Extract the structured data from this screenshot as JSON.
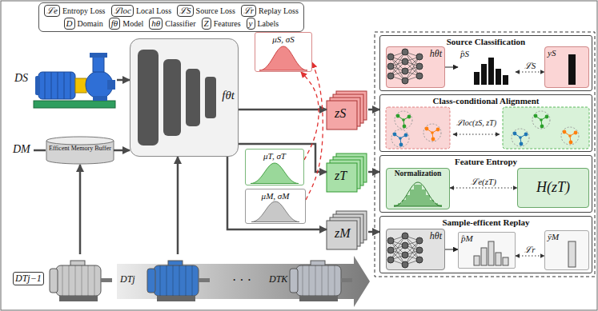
{
  "diagram": {
    "nodes": [
      {
        "text": [
          "DS"
        ]
      },
      {
        "text": [
          "Efficent Memory Buffer"
        ]
      },
      {
        "text": [
          "fθt"
        ]
      },
      {
        "text": [
          "μS, σS"
        ]
      },
      {
        "text": [
          "μT, σT"
        ]
      },
      {
        "text": [
          "μM, σM"
        ]
      },
      {
        "text": [
          "zS"
        ]
      },
      {
        "text": [
          "zT"
        ]
      },
      {
        "text": [
          "zM"
        ]
      },
      {
        "text": [
          "DTj−1"
        ]
      },
      {
        "text": [
          "DTj"
        ]
      },
      {
        "text": [
          "DTK"
        ]
      },
      {
        "text": [
          "Source Classification"
        ]
      },
      {
        "text": [
          "hθt"
        ],
        "in": 12
      },
      {
        "text": [
          "p̂S"
        ],
        "in": 12
      },
      {
        "text": [
          "yS"
        ],
        "in": 12
      },
      {
        "text": [
          "Class-conditional Alignment"
        ]
      },
      {
        "text": [
          "Feature Entropy"
        ]
      },
      {
        "text": [
          "Normalization"
        ],
        "in": 17
      },
      {
        "text": [
          "H(zT)"
        ],
        "in": 17
      },
      {
        "text": [
          "Sample-efficent Replay"
        ]
      },
      {
        "text": [
          "hθt"
        ],
        "in": 20
      },
      {
        "text": [
          "p̂M"
        ],
        "in": 20
      },
      {
        "text": [
          "ȳM"
        ],
        "in": 20
      }
    ],
    "edges": [
      {
        "from": 0,
        "to": 2,
        "arrow": "to"
      },
      {
        "from": 1,
        "to": 2,
        "arrow": "to"
      },
      {
        "from": 2,
        "to": 6,
        "arrow": "to"
      },
      {
        "from": 2,
        "to": 7,
        "arrow": "to"
      },
      {
        "from": 2,
        "to": 8,
        "arrow": "to"
      },
      {
        "from": 4,
        "to": 3,
        "arrow": "to"
      },
      {
        "from": 5,
        "to": 3,
        "arrow": "to"
      },
      {
        "from": 9,
        "to": 1,
        "arrow": "to"
      },
      {
        "from": 10,
        "to": 2,
        "arrow": "to"
      },
      {
        "from": 6,
        "to": 16,
        "arrow": "to"
      },
      {
        "from": 7,
        "to": 17,
        "arrow": "to"
      },
      {
        "from": 8,
        "to": 20,
        "arrow": "to"
      },
      {
        "from": 13,
        "to": 14,
        "arrow": "to"
      },
      {
        "from": 14,
        "to": 15,
        "label": "ℒS",
        "arrow": "both"
      },
      {
        "from": 18,
        "to": 19,
        "label": "ℒe(zT)",
        "arrow": "both"
      },
      {
        "from": 21,
        "to": 22,
        "arrow": "to"
      },
      {
        "from": 22,
        "to": 23,
        "label": "ℒr",
        "arrow": "both"
      }
    ],
    "labels": [
      "ℒe",
      "ℒloc",
      "ℒS",
      "ℒr",
      "D",
      "fθ",
      "hθ",
      "Z",
      "y",
      "DM",
      "· · ·",
      "ℒloc(zS, zT)"
    ],
    "legend": [
      {
        "text": "Entropy Loss"
      },
      {
        "text": "Local Loss"
      },
      {
        "text": "Source Loss"
      },
      {
        "text": "Replay Loss"
      },
      {
        "text": "Domain"
      },
      {
        "text": "Model"
      },
      {
        "text": "Classifier"
      },
      {
        "text": "Features"
      },
      {
        "text": "Labels"
      }
    ]
  }
}
